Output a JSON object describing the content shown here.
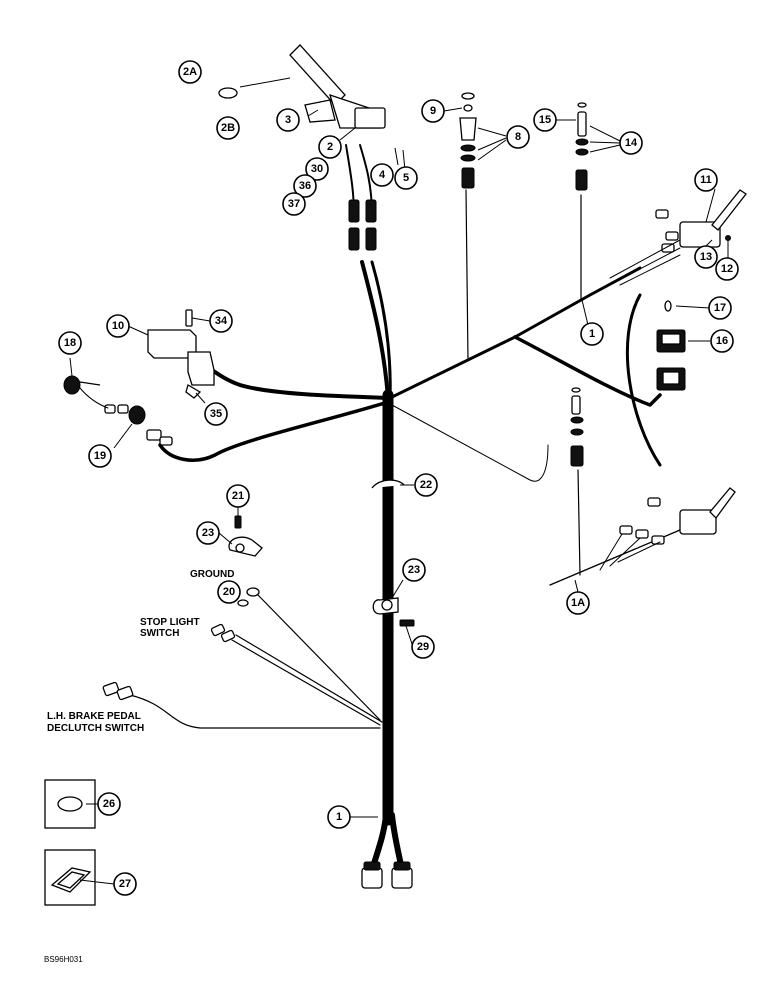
{
  "callouts": {
    "c2A": "2A",
    "c2B": "2B",
    "c3": "3",
    "c2": "2",
    "c30": "30",
    "c36": "36",
    "c37": "37",
    "c4": "4",
    "c5": "5",
    "c9": "9",
    "c8": "8",
    "c15": "15",
    "c14": "14",
    "c11": "11",
    "c13": "13",
    "c12": "12",
    "c1_upper": "1",
    "c17": "17",
    "c16": "16",
    "c10": "10",
    "c34": "34",
    "c18": "18",
    "c35": "35",
    "c19": "19",
    "c22": "22",
    "c21": "21",
    "c23_upper": "23",
    "c20": "20",
    "c23_lower": "23",
    "c29": "29",
    "c1A": "1A",
    "c26": "26",
    "c1_lower": "1",
    "c27": "27"
  },
  "labels": {
    "ground": "GROUND",
    "stop_light_1": "STOP LIGHT",
    "stop_light_2": "SWITCH",
    "brake_1": "L.H. BRAKE PEDAL",
    "brake_2": "DECLUTCH SWITCH",
    "figure_code": "BS96H031"
  }
}
